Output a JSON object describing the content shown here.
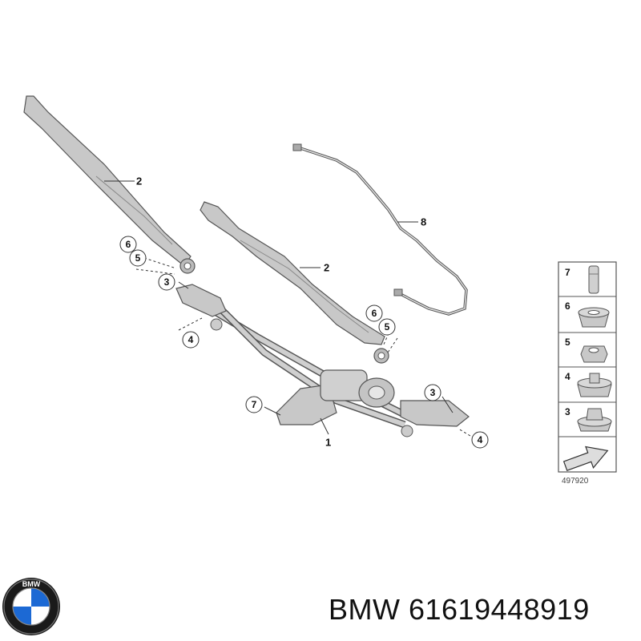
{
  "diagram": {
    "callouts": {
      "arm_left": "2",
      "arm_right": "2",
      "hose": "8",
      "linkage": "1",
      "c6_left": "6",
      "c5_left": "5",
      "c3_left": "3",
      "c4_left": "4",
      "c6_right": "6",
      "c5_right": "5",
      "c7": "7",
      "c3_right": "3",
      "c4_right": "4"
    },
    "legend": {
      "items": [
        "7",
        "6",
        "5",
        "4",
        "3"
      ],
      "reference": "497920"
    }
  },
  "footer": {
    "brand_part": "BMW 61619448919"
  },
  "colors": {
    "part_gray": "#c8c8c8",
    "outline": "#555555",
    "logo_blue": "#1c69d4"
  }
}
